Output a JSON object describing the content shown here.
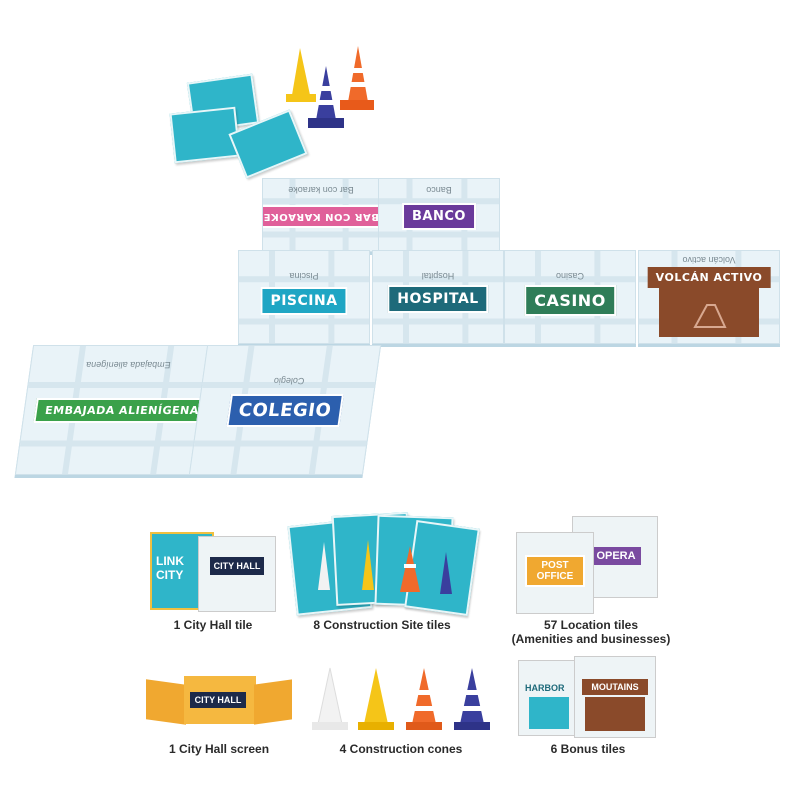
{
  "board": {
    "tiles": [
      {
        "id": "bar-karaoke",
        "label": "BAR CON KARAOKE",
        "small": "Bar con karaoke",
        "color": "#e0609a"
      },
      {
        "id": "banco",
        "label": "BANCO",
        "small": "Banco",
        "color": "#6a3a9b"
      },
      {
        "id": "piscina",
        "label": "PISCINA",
        "small": "Piscina",
        "color": "#1fa6c4"
      },
      {
        "id": "hospital",
        "label": "HOSPITAL",
        "small": "Hospital",
        "color": "#1e6a7a"
      },
      {
        "id": "casino",
        "label": "CASINO",
        "small": "Casino",
        "color": "#2f7d58"
      },
      {
        "id": "volcan",
        "label": "VOLCÁN ACTIVO",
        "small": "Volcán activo",
        "color": "#8a4a2a"
      },
      {
        "id": "embajada",
        "label": "EMBAJADA ALIENÍGENA",
        "small": "Embajada alienígena",
        "color": "#3aa14a"
      },
      {
        "id": "colegio",
        "label": "COLEGIO",
        "small": "Colegio",
        "color": "#2c5fae"
      }
    ]
  },
  "components": [
    {
      "id": "city-hall-tile",
      "caption": "1 City Hall tile",
      "art_text": "CITY HALL",
      "art_text2": "LINK CITY"
    },
    {
      "id": "construction-site-tiles",
      "caption": "8 Construction Site tiles"
    },
    {
      "id": "location-tiles",
      "caption": "57 Location tiles",
      "caption2": "(Amenities and businesses)",
      "art_text": "POST OFFICE",
      "art_text2": "OPERA"
    },
    {
      "id": "city-hall-screen",
      "caption": "1 City Hall screen",
      "art_text": "CITY HALL"
    },
    {
      "id": "construction-cones",
      "caption": "4 Construction cones"
    },
    {
      "id": "bonus-tiles",
      "caption": "6 Bonus tiles",
      "art_text": "HARBOR",
      "art_text2": "MOUTAINS"
    }
  ],
  "colors": {
    "tile_bg": "#e9f3f8",
    "cone_yellow": "#f5c518",
    "cone_orange": "#f06a2a",
    "cone_blue": "#3a3f9e",
    "cone_white": "#f2f2f2",
    "card_teal": "#2fb5c9"
  }
}
